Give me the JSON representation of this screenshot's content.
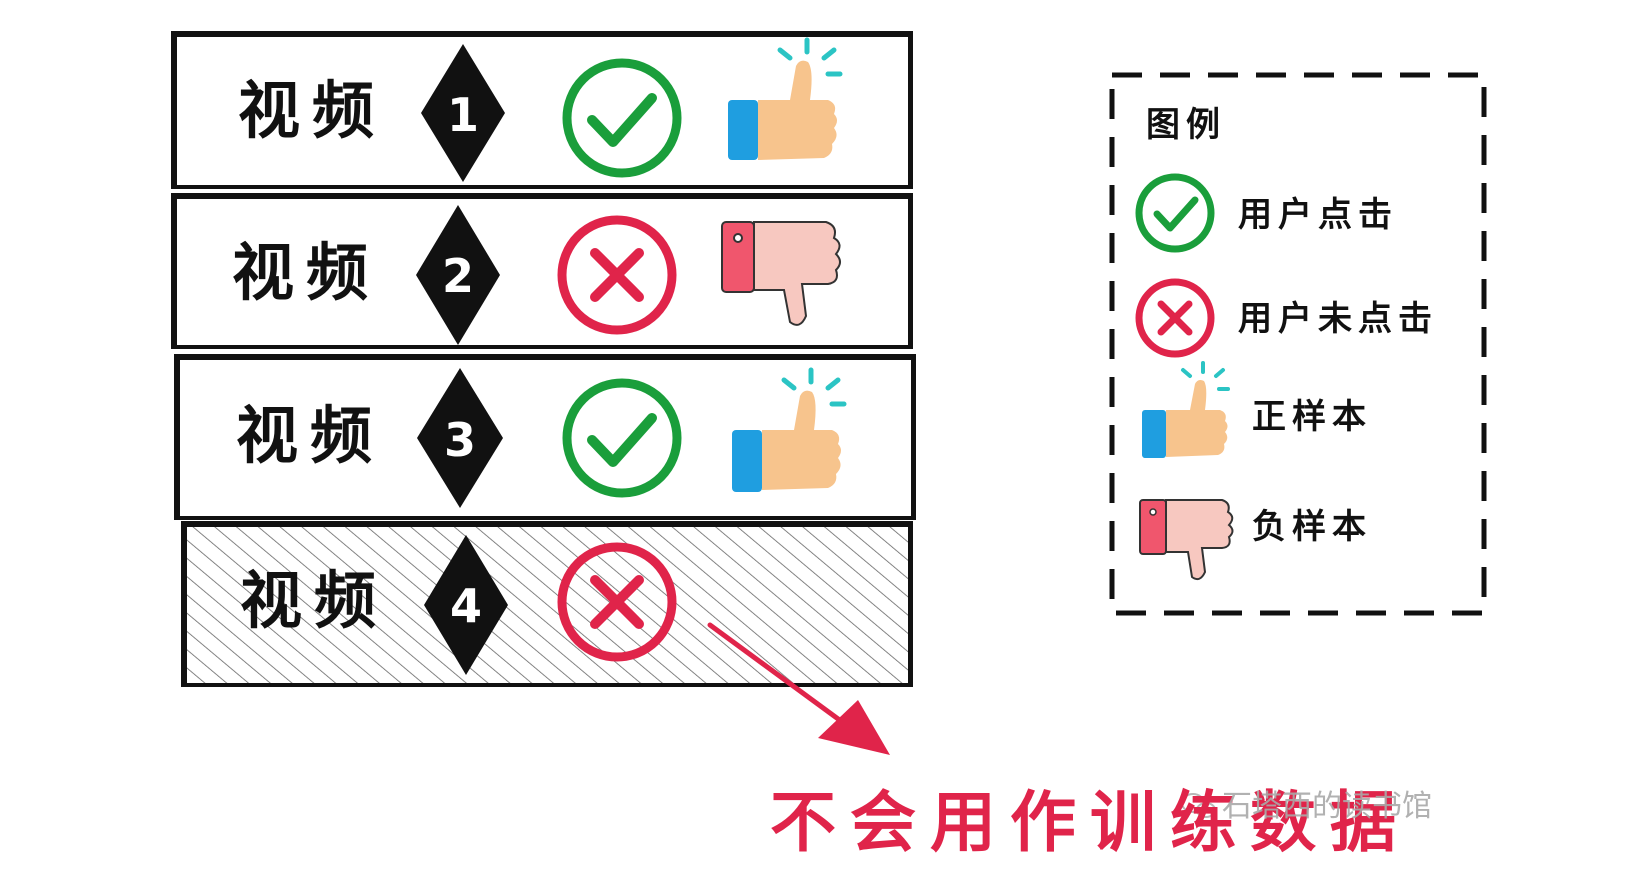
{
  "rows": [
    {
      "label": "视频",
      "number": "1",
      "status": "clicked",
      "sample": "positive"
    },
    {
      "label": "视频",
      "number": "2",
      "status": "not-clicked",
      "sample": "negative"
    },
    {
      "label": "视频",
      "number": "3",
      "status": "clicked",
      "sample": "positive"
    },
    {
      "label": "视频",
      "number": "4",
      "status": "not-clicked",
      "sample": "none"
    }
  ],
  "legend": {
    "title": "图例",
    "items": [
      {
        "icon": "check-circle-icon",
        "label": "用户点击"
      },
      {
        "icon": "x-circle-icon",
        "label": "用户未点击"
      },
      {
        "icon": "thumbs-up-icon",
        "label": "正样本"
      },
      {
        "icon": "thumbs-down-icon",
        "label": "负样本"
      }
    ]
  },
  "note": "不会用作训练数据",
  "watermark": "石塔西的读书馆",
  "colors": {
    "check": "#1a9e3b",
    "cross": "#e0244a",
    "note": "#e0244a",
    "thumb_skin": "#f7c48d",
    "thumb_up_cuff": "#1f9ee0",
    "thumb_down_cuff": "#f0566d",
    "spark": "#2bc4c4"
  }
}
